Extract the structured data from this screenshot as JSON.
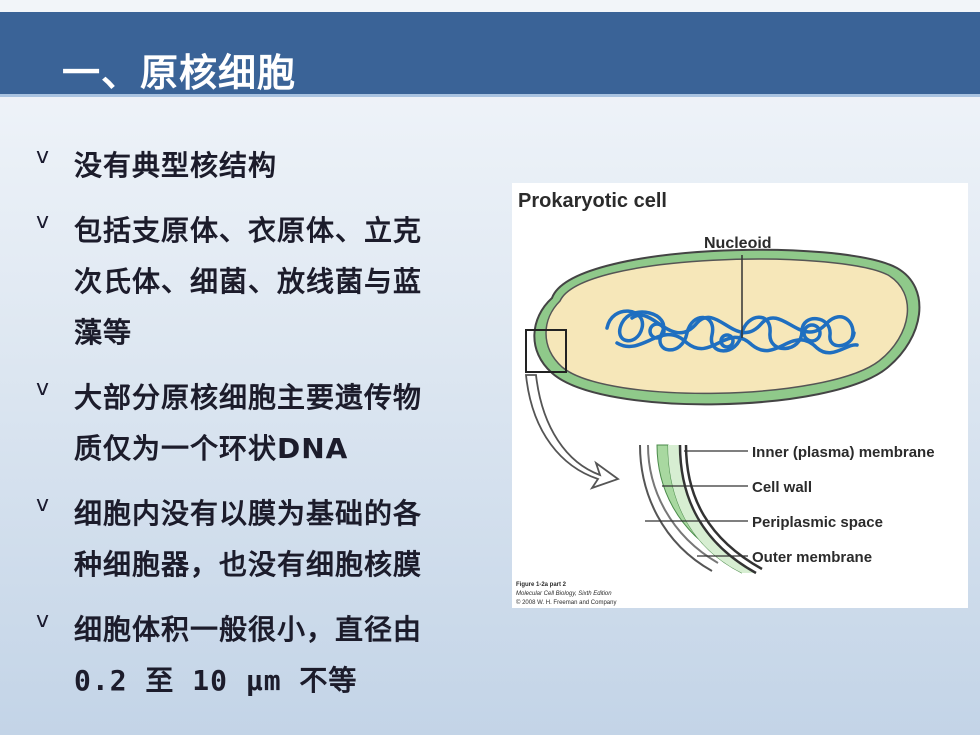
{
  "slide": {
    "title": "一、原核细胞",
    "bullet_marker": "v",
    "bullets": [
      {
        "lines": [
          "没有典型核结构"
        ]
      },
      {
        "lines": [
          "包括支原体、衣原体、立克",
          "次氏体、细菌、放线菌与蓝",
          "藻等"
        ]
      },
      {
        "lines": [
          "大部分原核细胞主要遗传物",
          "质仅为一个环状DNA"
        ]
      },
      {
        "lines": [
          "细胞内没有以膜为基础的各",
          "种细胞器，也没有细胞核膜"
        ]
      },
      {
        "lines": [
          "细胞体积一般很小，直径由",
          "0.2 至 10 μm 不等"
        ]
      }
    ]
  },
  "figure": {
    "title": "Prokaryotic cell",
    "labels": {
      "nucleoid": "Nucleoid",
      "inner_membrane": "Inner (plasma) membrane",
      "cell_wall": "Cell wall",
      "periplasmic_space": "Periplasmic space",
      "outer_membrane": "Outer membrane"
    },
    "caption": {
      "line1": "Figure 1-2a part 2",
      "line2": "Molecular Cell Biology, Sixth Edition",
      "line3": "© 2008 W. H. Freeman and Company"
    },
    "colors": {
      "cytoplasm": "#f6e7b9",
      "wall": "#8fc98a",
      "dna": "#1f6fc0"
    }
  }
}
